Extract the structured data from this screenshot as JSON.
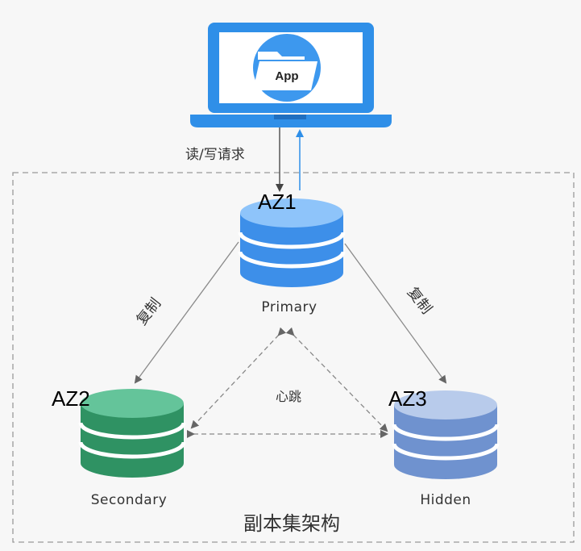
{
  "client": {
    "app_label": "App"
  },
  "request_label": "读/写请求",
  "cluster": {
    "title": "副本集架构",
    "heartbeat_label": "心跳",
    "replication_left_label": "复制",
    "replication_right_label": "复制"
  },
  "nodes": {
    "primary": {
      "az": "AZ1",
      "role": "Primary",
      "color": "#4a97ee"
    },
    "secondary": {
      "az": "AZ2",
      "role": "Secondary",
      "color": "#3a9a6f"
    },
    "hidden": {
      "az": "AZ3",
      "role": "Hidden",
      "color": "#7e9fd5"
    }
  },
  "colors": {
    "laptop_blue": "#2f8fe8",
    "boundary_dash": "#999999",
    "arrow_gray": "#8a8a8a"
  }
}
